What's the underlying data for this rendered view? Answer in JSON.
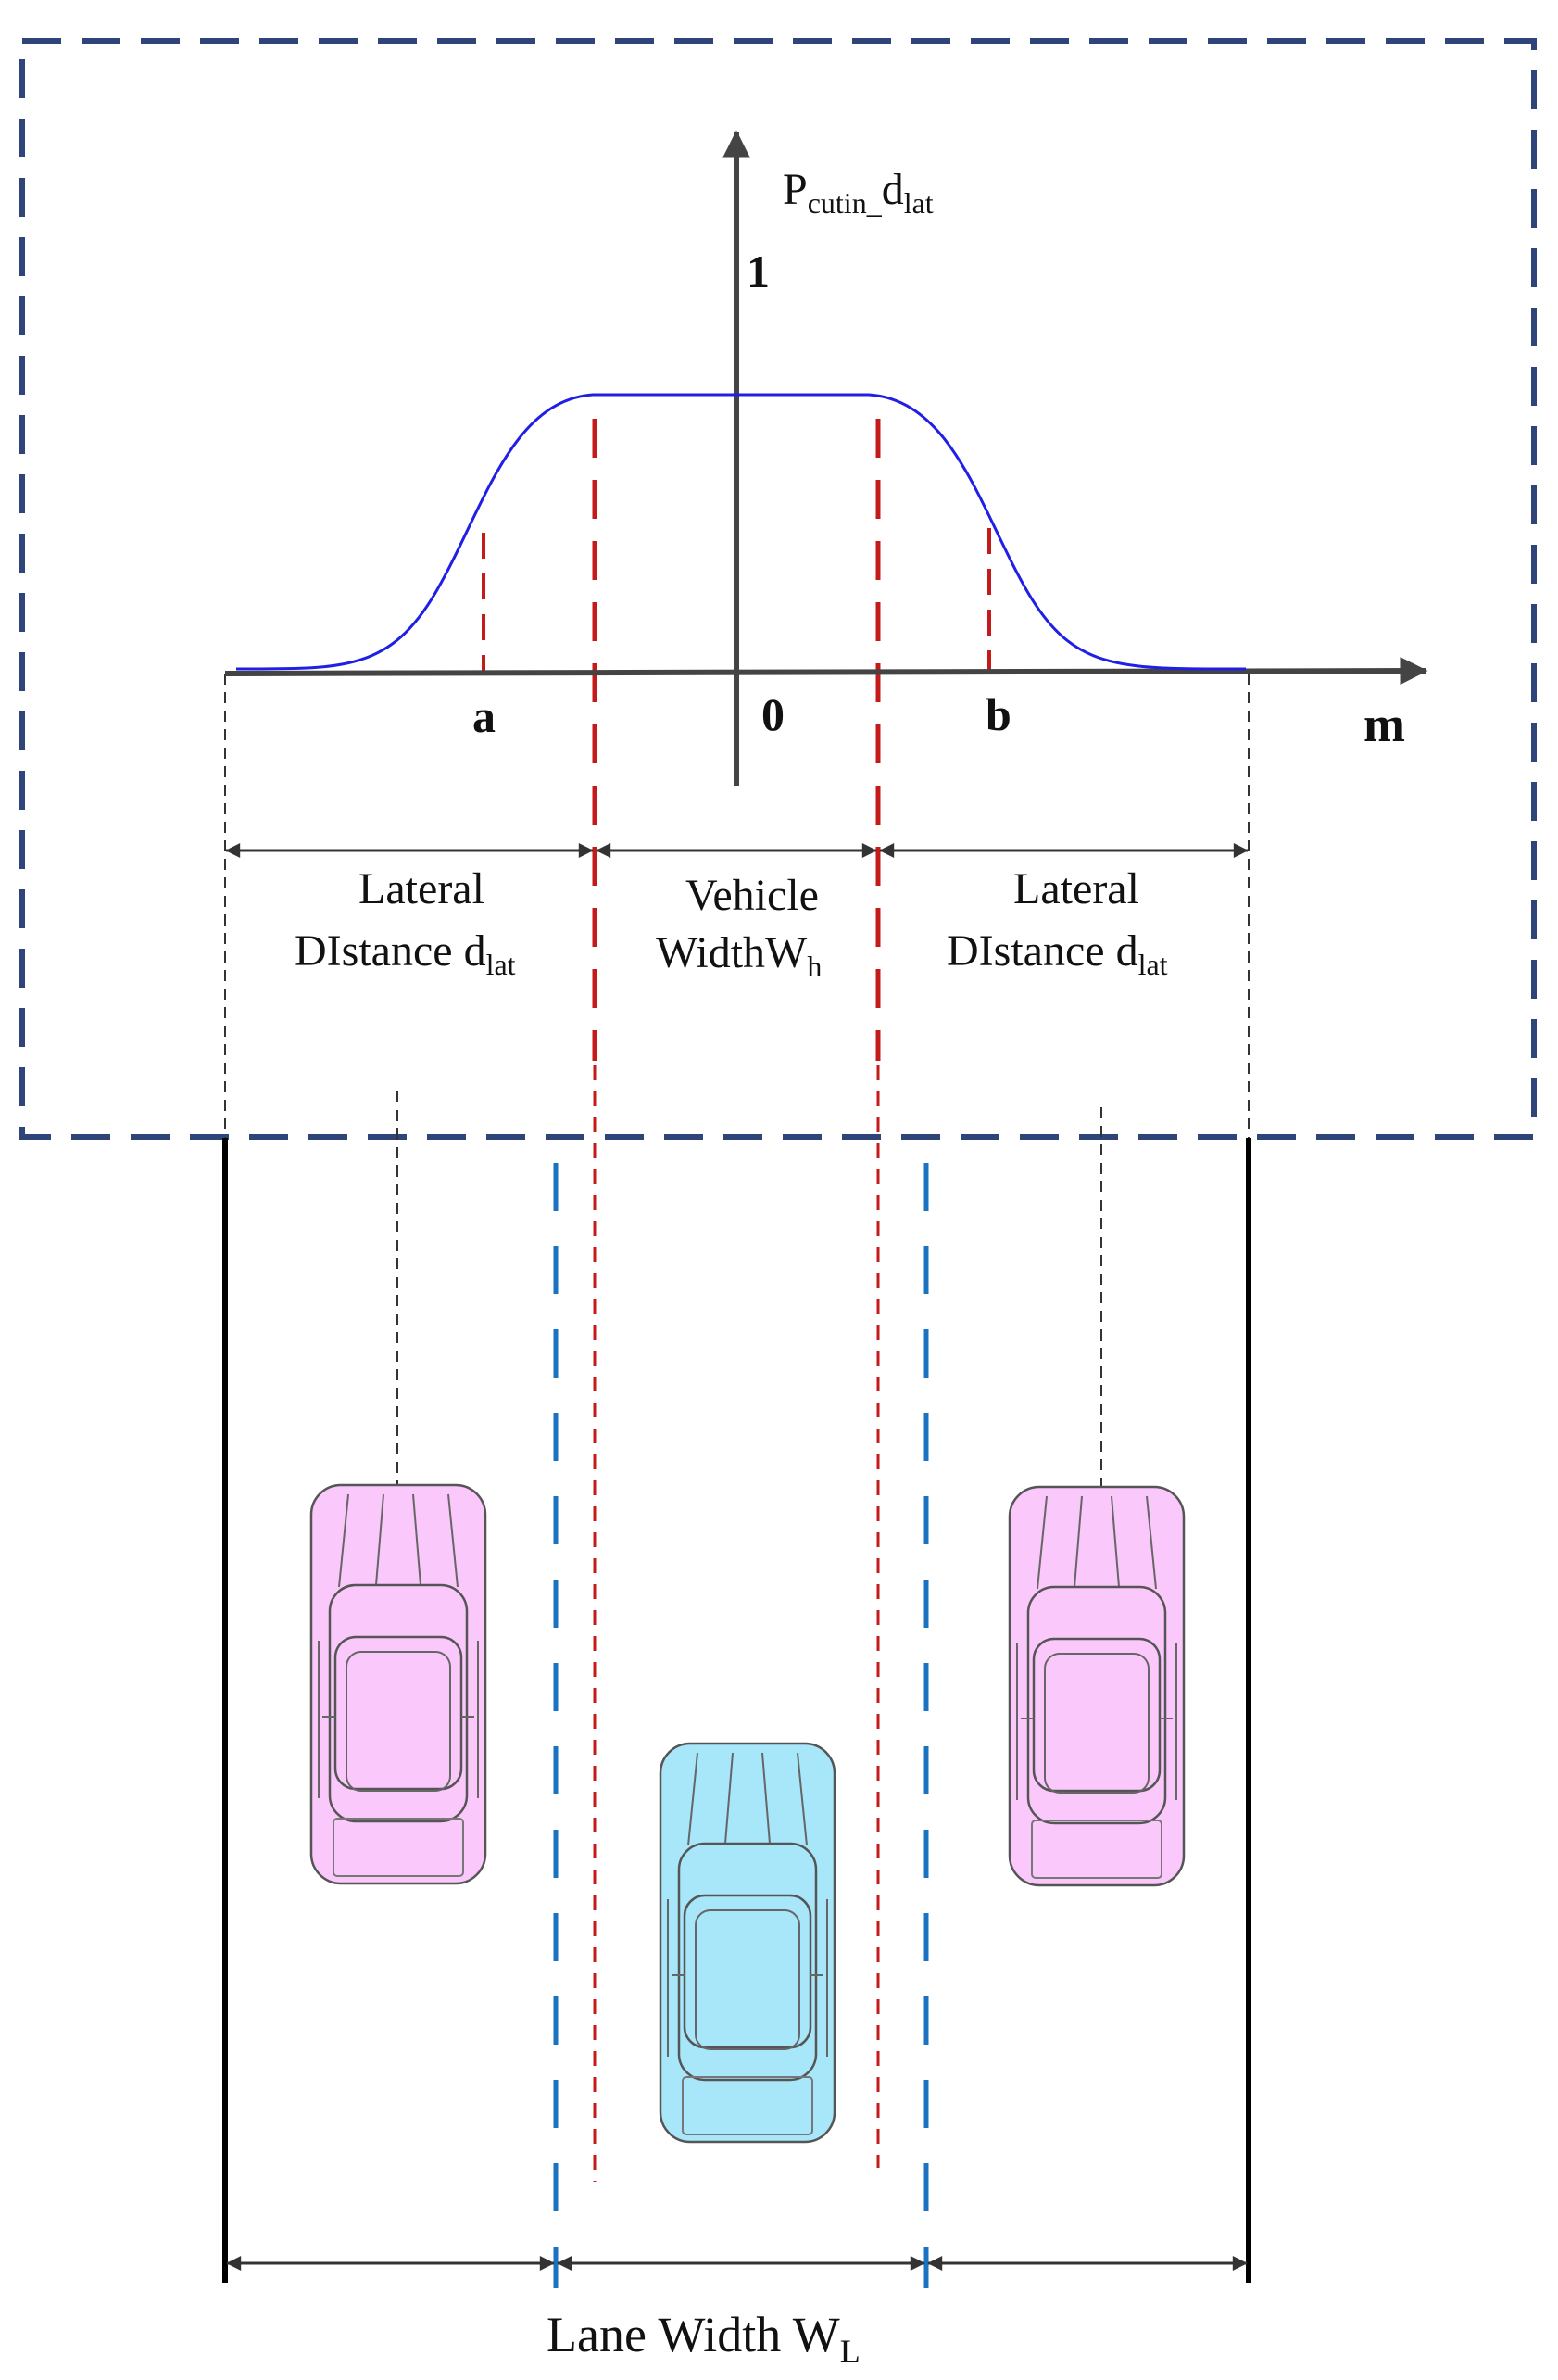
{
  "graph": {
    "y_axis_label_main": "P",
    "y_axis_label_sub1": "cutin_",
    "y_axis_label_d": "d",
    "y_axis_label_sub2": "lat",
    "y_tick_one": "1",
    "x_axis_label": "m",
    "x_tick_a": "a",
    "x_tick_zero": "0",
    "x_tick_b": "b"
  },
  "dimensions": {
    "left_line1": "Lateral",
    "left_line2_main": "DIstance d",
    "left_line2_sub": "lat",
    "center_line1": "Vehicle",
    "center_line2_main": "WidthW",
    "center_line2_sub": "h",
    "right_line1": "Lateral",
    "right_line2_main": "DIstance d",
    "right_line2_sub": "lat",
    "lane_width_main": "Lane Width W",
    "lane_width_sub": "L"
  },
  "colors": {
    "frame": "#2f4478",
    "curve": "#1f1fe6",
    "red_dash": "#c41a1a",
    "blue_dash": "#1a72c0",
    "neighbor_car": "#fbc8fb",
    "ego_car": "#a8e6fa"
  }
}
